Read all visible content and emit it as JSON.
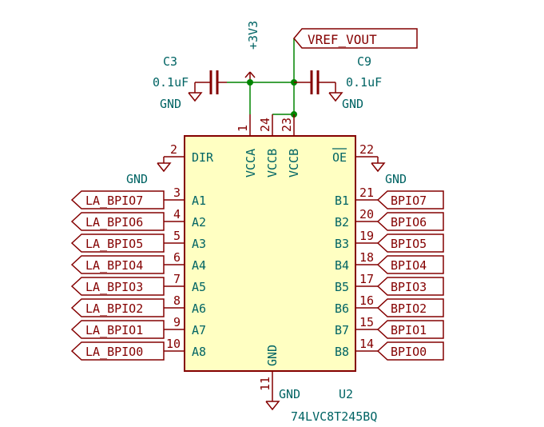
{
  "power": {
    "v3v3": "+3V3",
    "gnd_c3": "GND",
    "gnd_c9": "GND",
    "gnd_dir": "GND",
    "gnd_oe": "GND",
    "gnd_bottom": "GND"
  },
  "net_vref": "VREF_VOUT",
  "capacitors": [
    {
      "ref": "C3",
      "value": "0.1uF"
    },
    {
      "ref": "C9",
      "value": "0.1uF"
    }
  ],
  "ic": {
    "ref": "U2",
    "part": "74LVC8T245BQ",
    "pins": {
      "dir": {
        "num": "2",
        "name": "DIR"
      },
      "oe": {
        "num": "22",
        "name": "OE"
      },
      "vcca": {
        "num": "1",
        "name": "VCCA"
      },
      "vccb1": {
        "num": "24",
        "name": "VCCB"
      },
      "vccb2": {
        "num": "23",
        "name": "VCCB"
      },
      "gnd": {
        "num": "11",
        "name": "GND"
      }
    },
    "left_pins": [
      {
        "num": "3",
        "name": "A1",
        "net": "LA_BPIO7"
      },
      {
        "num": "4",
        "name": "A2",
        "net": "LA_BPIO6"
      },
      {
        "num": "5",
        "name": "A3",
        "net": "LA_BPIO5"
      },
      {
        "num": "6",
        "name": "A4",
        "net": "LA_BPIO4"
      },
      {
        "num": "7",
        "name": "A5",
        "net": "LA_BPIO3"
      },
      {
        "num": "8",
        "name": "A6",
        "net": "LA_BPIO2"
      },
      {
        "num": "9",
        "name": "A7",
        "net": "LA_BPIO1"
      },
      {
        "num": "10",
        "name": "A8",
        "net": "LA_BPIO0"
      }
    ],
    "right_pins": [
      {
        "num": "21",
        "name": "B1",
        "net": "BPIO7"
      },
      {
        "num": "20",
        "name": "B2",
        "net": "BPIO6"
      },
      {
        "num": "19",
        "name": "B3",
        "net": "BPIO5"
      },
      {
        "num": "18",
        "name": "B4",
        "net": "BPIO4"
      },
      {
        "num": "17",
        "name": "B5",
        "net": "BPIO3"
      },
      {
        "num": "16",
        "name": "B6",
        "net": "BPIO2"
      },
      {
        "num": "15",
        "name": "B7",
        "net": "BPIO1"
      },
      {
        "num": "14",
        "name": "B8",
        "net": "BPIO0"
      }
    ]
  }
}
